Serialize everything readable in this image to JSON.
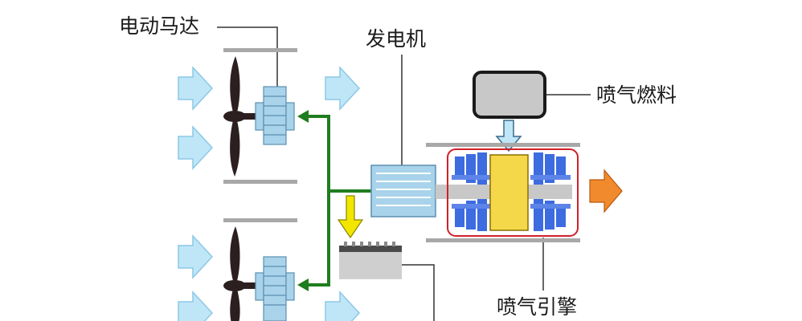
{
  "labels": {
    "motor": "电动马达",
    "generator": "发电机",
    "fuel": "喷气燃料",
    "engine": "喷气引擎"
  },
  "colors": {
    "inflow_arrow": "#bfe6f7",
    "inflow_arrow_edge": "#8cc8e6",
    "power_line": "#1e7d1e",
    "battery_arrow": "#f2e600",
    "exhaust_arrow": "#f08a2c",
    "compressor": "#3d6be0",
    "combustor": "#f5d84a",
    "engine_outline": "#d0202a",
    "duct": "#a8a8a8",
    "propeller": "#2b1f1f",
    "generator": "#a8d3ea",
    "fuel_tank": "#c8c8c8"
  },
  "icons": [
    "propeller-icon",
    "motor-icon",
    "generator-icon",
    "fuel-tank-icon",
    "battery-icon",
    "jet-engine-icon"
  ]
}
